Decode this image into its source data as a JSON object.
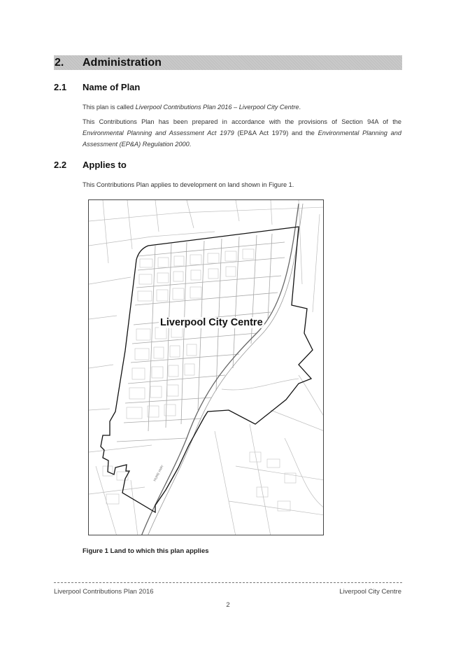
{
  "section": {
    "number": "2.",
    "title": "Administration"
  },
  "subsections": [
    {
      "number": "2.1",
      "title": "Name of Plan"
    },
    {
      "number": "2.2",
      "title": "Applies to"
    }
  ],
  "name_of_plan": {
    "p1_prefix": "This plan is called ",
    "p1_italic": "Liverpool Contributions Plan 2016 – Liverpool City Centre",
    "p1_suffix": ".",
    "p2_a": "This Contributions Plan has been prepared in accordance with the provisions of Section 94A of the ",
    "p2_i1": "Environmental Planning and Assessment Act 1979",
    "p2_b": " (EP&A Act 1979) and the ",
    "p2_i2": "Environmental Planning and Assessment (EP&A) Regulation 2000",
    "p2_c": "."
  },
  "applies_to": {
    "text": "This Contributions Plan applies to development on land shown in Figure 1."
  },
  "map": {
    "label": "Liverpool City Centre",
    "road_label": "HUME HWY"
  },
  "figure_caption": "Figure 1 Land to which this plan applies",
  "footer": {
    "left": "Liverpool Contributions Plan 2016",
    "right": "Liverpool City Centre",
    "page": "2"
  }
}
